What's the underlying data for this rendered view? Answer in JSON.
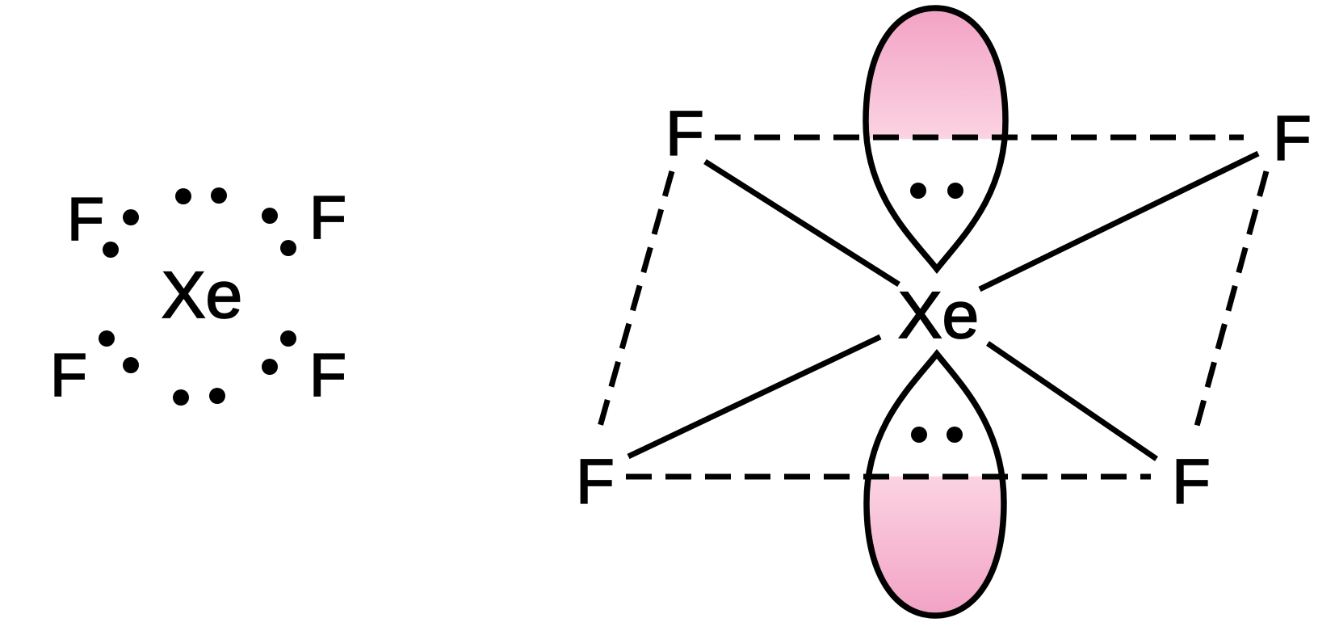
{
  "colors": {
    "line": "#000000",
    "lobe_pink": "#f2a2c4",
    "lobe_pink_light": "#fbd3e2",
    "background": "#ffffff"
  },
  "lewis": {
    "center_atom": "Xe",
    "fluorines": [
      "F",
      "F",
      "F",
      "F"
    ],
    "xe_lone_pair_dot_pairs": 2,
    "bonding_dot_pairs": 4,
    "total_dots": 12
  },
  "geometry": {
    "center_atom": "Xe",
    "fluorines": [
      "F",
      "F",
      "F",
      "F"
    ],
    "lone_pair_lobes": 2,
    "dots_per_lobe": 2,
    "solid_bonds": 4,
    "dashed_edges": 4
  }
}
